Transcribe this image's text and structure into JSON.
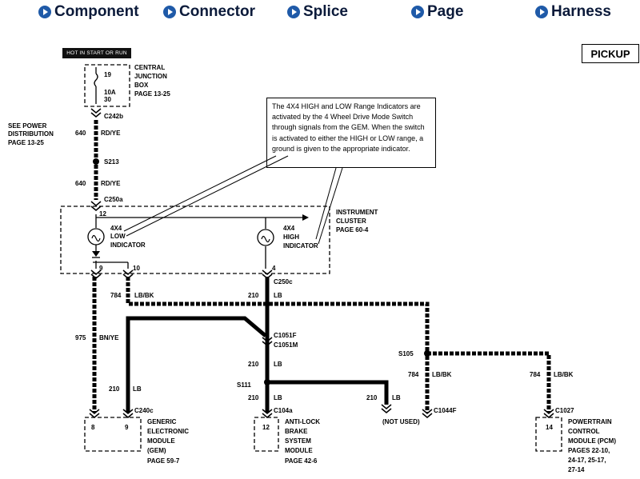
{
  "nav": {
    "items": [
      {
        "label": "Component"
      },
      {
        "label": "Connector"
      },
      {
        "label": "Splice"
      },
      {
        "label": "Page"
      },
      {
        "label": "Harness"
      }
    ]
  },
  "vehicle": "PICKUP",
  "power_banner": "HOT IN START OR RUN",
  "callout_text": "The 4X4 HIGH and LOW Range Indicators are activated by the 4 Wheel Drive Mode Switch through signals from the GEM. When the switch is activated to either the HIGH or LOW range, a ground is given to the appropriate indicator.",
  "see_power": {
    "line1": "SEE POWER",
    "line2": "DISTRIBUTION",
    "line3": "PAGE 13-25"
  },
  "fuse": {
    "top": "19",
    "rating": "10A",
    "bottom": "30"
  },
  "cjb": {
    "line1": "CENTRAL",
    "line2": "JUNCTION",
    "line3": "BOX",
    "page": "PAGE 13-25"
  },
  "cluster": {
    "line1": "INSTRUMENT",
    "line2": "CLUSTER",
    "page": "PAGE 60-4"
  },
  "low_ind": {
    "line1": "4X4",
    "line2": "LOW",
    "line3": "INDICATOR"
  },
  "high_ind": {
    "line1": "4X4",
    "line2": "HIGH",
    "line3": "INDICATOR"
  },
  "connectors": {
    "c242b": "C242b",
    "s213": "S213",
    "c250a": "C250a",
    "c250c": "C250c",
    "c1051f": "C1051F",
    "c1051m": "C1051M",
    "s111": "S111",
    "s105": "S105",
    "c240c": "C240c",
    "c104a": "C104a",
    "c1044f": "C1044F",
    "c1027": "C1027"
  },
  "wires": {
    "w640a": "640",
    "rdye_a": "RD/YE",
    "w640b": "640",
    "rdye_b": "RD/YE",
    "w784a": "784",
    "lbbk_a": "LB/BK",
    "w210a": "210",
    "lb_a": "LB",
    "w975": "975",
    "bnye": "BN/YE",
    "w210b": "210",
    "lb_b": "LB",
    "w210c": "210",
    "lb_c": "LB",
    "w210d": "210",
    "lb_d": "LB",
    "w210e": "210",
    "lb_e": "LB",
    "w784b": "784",
    "lbbk_b": "LB/BK",
    "w784c": "784",
    "lbbk_c": "LB/BK"
  },
  "pins": {
    "p12": "12",
    "p9": "9",
    "p10": "10",
    "p4": "4",
    "gem8": "8",
    "gem9": "9",
    "abs12": "12",
    "pcm14": "14"
  },
  "gem": {
    "line1": "GENERIC",
    "line2": "ELECTRONIC",
    "line3": "MODULE",
    "line4": "(GEM)",
    "page": "PAGE 59-7"
  },
  "abs": {
    "line1": "ANTI-LOCK",
    "line2": "BRAKE",
    "line3": "SYSTEM",
    "line4": "MODULE",
    "page": "PAGE 42-6"
  },
  "not_used": "(NOT USED)",
  "pcm": {
    "line1": "POWERTRAIN",
    "line2": "CONTROL",
    "line3": "MODULE (PCM)",
    "page1": "PAGES 22-10,",
    "page2": "24-17, 25-17,",
    "page3": "27-14"
  }
}
